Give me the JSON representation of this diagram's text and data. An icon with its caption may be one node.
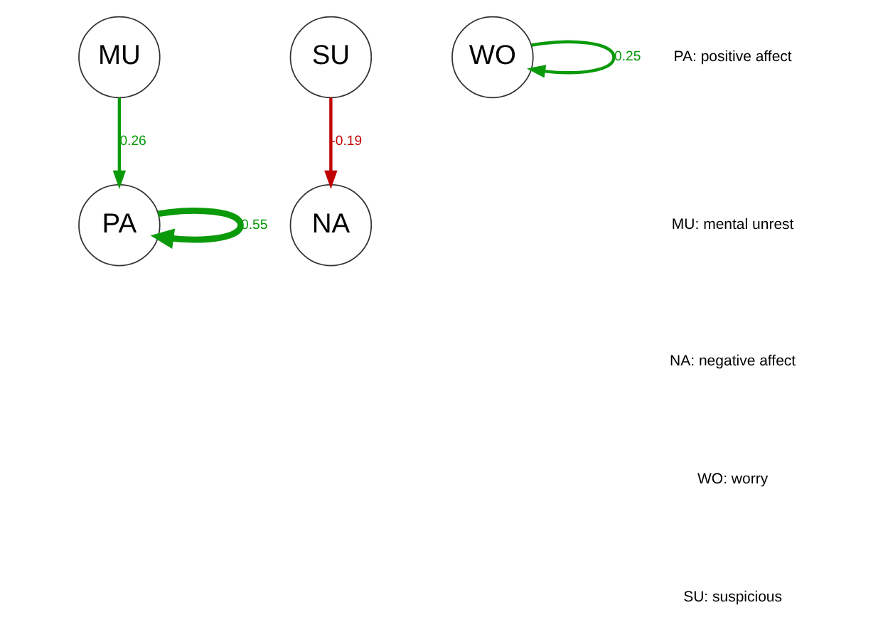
{
  "diagram": {
    "nodes": [
      {
        "text": [
          "PA"
        ]
      },
      {
        "text": [
          "SU"
        ]
      },
      {
        "text": [
          "MU"
        ]
      },
      {
        "text": [
          "WO"
        ]
      },
      {
        "text": [
          "NA"
        ]
      }
    ],
    "edges": [
      {
        "from": 0,
        "to": 0,
        "arrow": "to",
        "label": "0.55",
        "style": "thick"
      },
      {
        "from": 2,
        "to": 0,
        "arrow": "to",
        "label": "0.26"
      },
      {
        "from": 1,
        "to": 4,
        "arrow": "to",
        "label": "-0.19",
        "color": "#c00000"
      },
      {
        "from": 3,
        "to": 3,
        "arrow": "to",
        "label": "0.25"
      }
    ],
    "labels": [
      "PA: positive affect",
      "MU: mental unrest",
      "NA: negative affect",
      "WO: worry",
      "SU: suspicious"
    ]
  }
}
